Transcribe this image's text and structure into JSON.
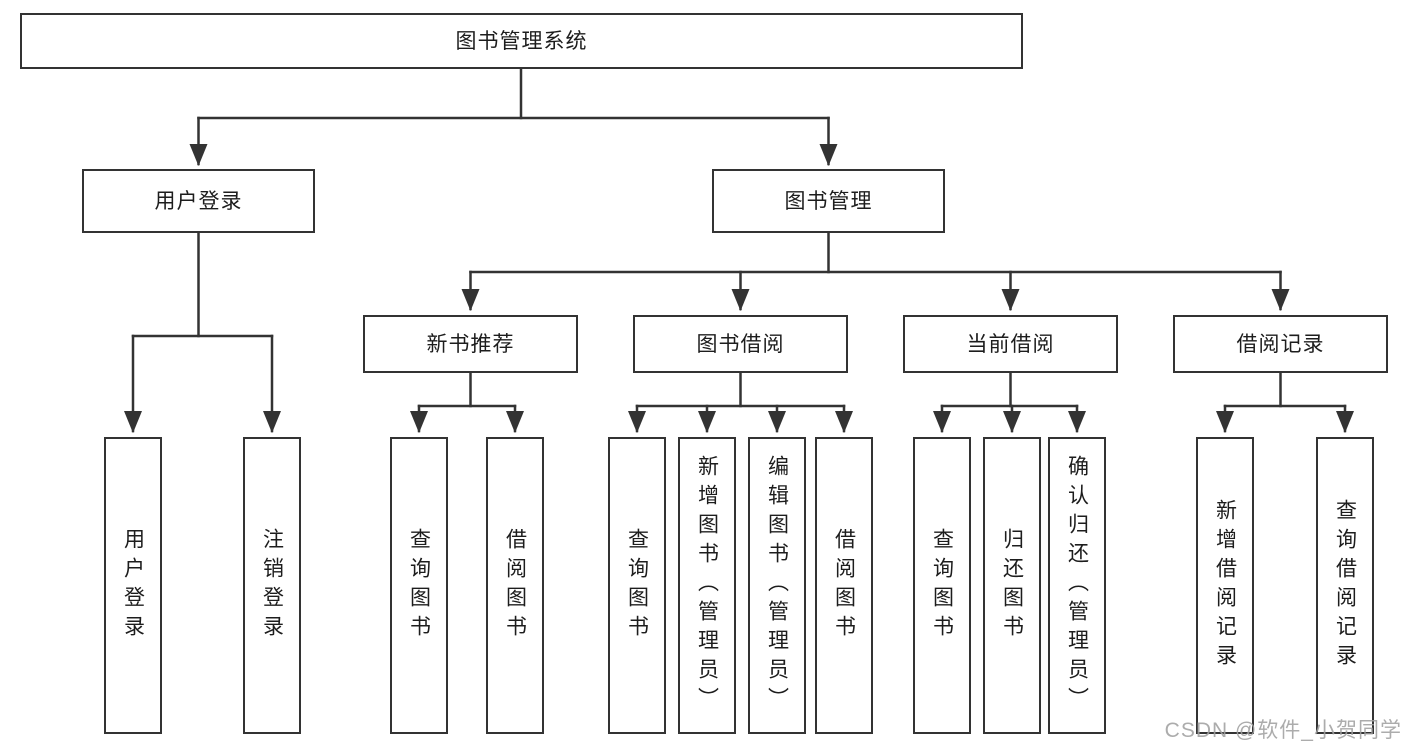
{
  "nodes": {
    "root": {
      "label": "图书管理系统"
    },
    "user_login": {
      "label": "用户登录"
    },
    "book_mgmt": {
      "label": "图书管理"
    },
    "new_book_rec": {
      "label": "新书推荐"
    },
    "book_borrow": {
      "label": "图书借阅"
    },
    "current_borrow": {
      "label": "当前借阅"
    },
    "borrow_records": {
      "label": "借阅记录"
    },
    "leaf_user_login": {
      "label": "用户登录"
    },
    "leaf_logout": {
      "label": "注销登录"
    },
    "leaf_rec_query_book": {
      "label": "查询图书"
    },
    "leaf_rec_borrow_book": {
      "label": "借阅图书"
    },
    "leaf_bb_query_book": {
      "label": "查询图书"
    },
    "leaf_bb_add_book": {
      "label": "新增图书（管理员）"
    },
    "leaf_bb_edit_book": {
      "label": "编辑图书（管理员）"
    },
    "leaf_bb_borrow_book": {
      "label": "借阅图书"
    },
    "leaf_cb_query_book": {
      "label": "查询图书"
    },
    "leaf_cb_return_book": {
      "label": "归还图书"
    },
    "leaf_cb_confirm_return": {
      "label": "确认归还（管理员）"
    },
    "leaf_br_add_record": {
      "label": "新增借阅记录"
    },
    "leaf_br_query_record": {
      "label": "查询借阅记录"
    }
  },
  "watermark": {
    "text": "CSDN @软件_小贺同学"
  },
  "colors": {
    "line": "#333333",
    "box_border": "#333333",
    "text": "#1d1d1d",
    "background": "#ffffff",
    "watermark": "#a0a0a0"
  }
}
